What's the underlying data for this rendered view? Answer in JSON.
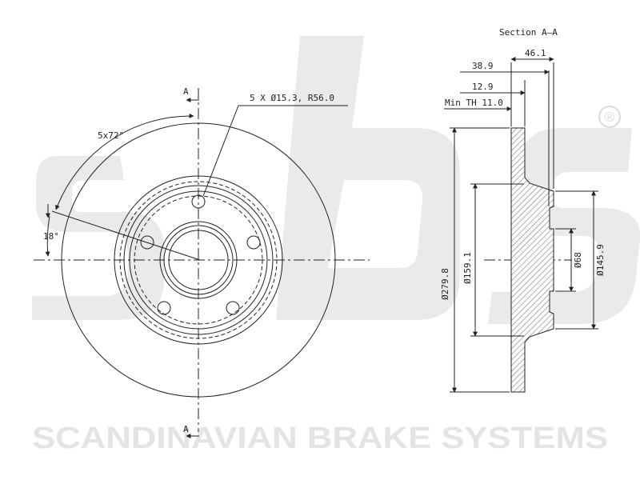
{
  "brand": {
    "logo_text": "sbs",
    "registered_mark": "®",
    "tagline": "SCANDINAVIAN BRAKE SYSTEMS",
    "watermark_color": "#dcdcdc"
  },
  "front_view": {
    "section_marker_top": "A",
    "section_marker_bottom": "A",
    "bolt_pattern_label": "5 X Ø15.3, R56.0",
    "angular_pitch_label": "5x72°",
    "offset_angle_label": "18°"
  },
  "section_view": {
    "title": "Section A–A",
    "dims_horizontal": {
      "overall_height": "46.1",
      "hat_depth": "38.9",
      "disc_thickness": "12.9",
      "min_thickness": "Min TH 11.0"
    },
    "dims_vertical": {
      "outer_diameter": "Ø279.8",
      "friction_inner_diameter": "Ø159.1",
      "center_bore": "Ø68",
      "hat_diameter": "Ø145.9"
    },
    "hatch_color": "#c8c8c8"
  },
  "line_color": "#222222"
}
